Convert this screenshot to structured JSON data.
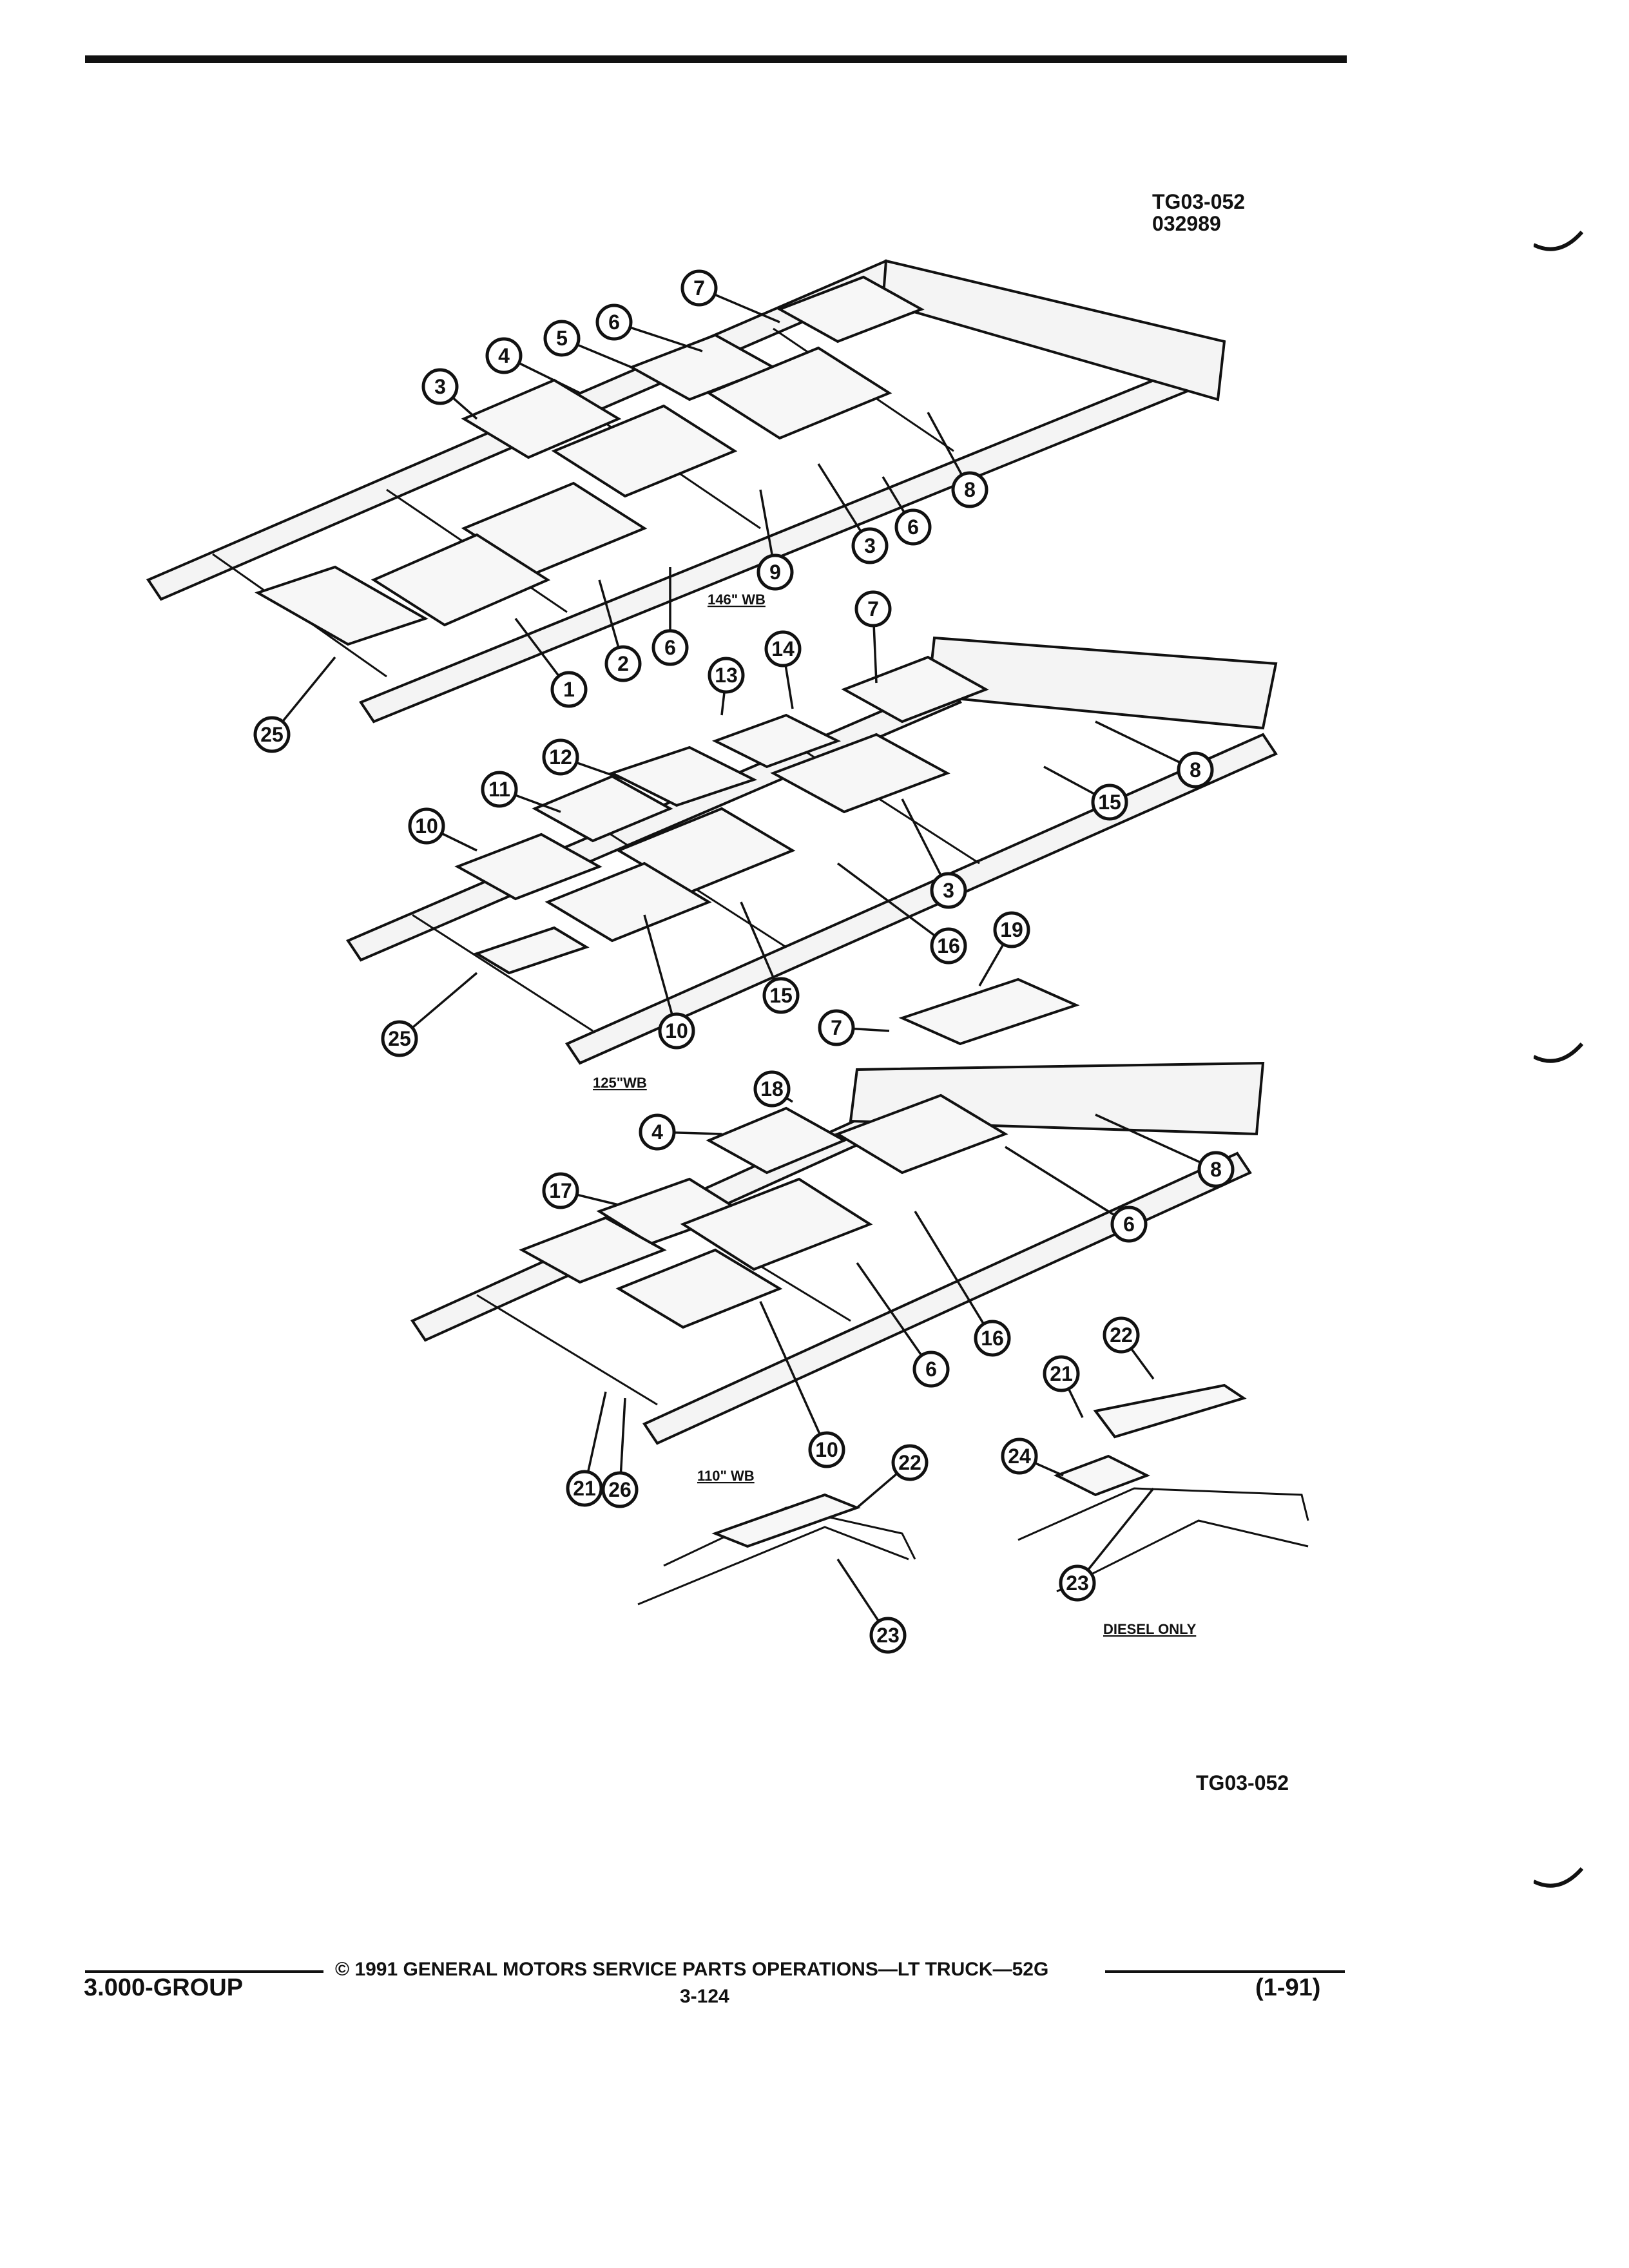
{
  "header": {
    "ref_code": "TG03-052",
    "ref_date": "032989"
  },
  "figure": {
    "ref_bottom": "TG03-052",
    "wheelbases": [
      {
        "id": "wb146",
        "label": "146\" WB"
      },
      {
        "id": "wb125",
        "label": "125\"WB"
      },
      {
        "id": "wb110",
        "label": "110\" WB"
      }
    ],
    "diesel_label": "DIESEL ONLY",
    "callouts": [
      "7",
      "6",
      "5",
      "4",
      "3",
      "8",
      "3",
      "6",
      "9",
      "6",
      "2",
      "1",
      "25",
      "7",
      "14",
      "13",
      "12",
      "11",
      "10",
      "8",
      "15",
      "3",
      "16",
      "15",
      "10",
      "25",
      "19",
      "7",
      "18",
      "4",
      "8",
      "6",
      "17",
      "16",
      "6",
      "10",
      "21",
      "26",
      "22",
      "21",
      "22",
      "24",
      "23",
      "23"
    ]
  },
  "footer": {
    "group": "3.000-GROUP",
    "copyright": "© 1991 GENERAL MOTORS SERVICE PARTS OPERATIONS—LT TRUCK—52G",
    "page": "3-124",
    "revision": "(1-91)"
  }
}
